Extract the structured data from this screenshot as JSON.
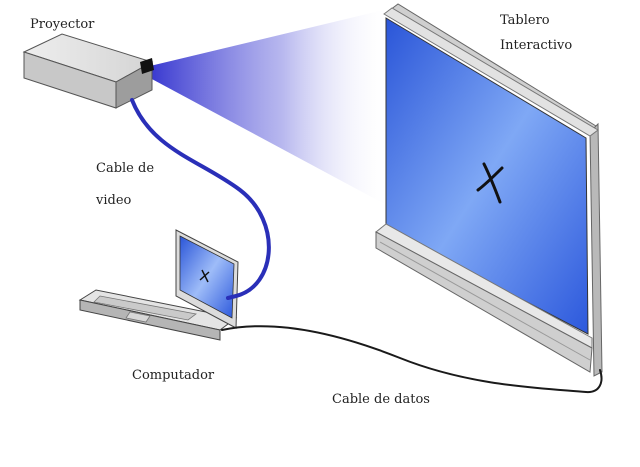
{
  "labels": {
    "projector": "Proyector",
    "board_line1": "Tablero",
    "board_line2": "Interactivo",
    "video_cable_line1": "Cable de",
    "video_cable_line2": "video",
    "computer": "Computador",
    "data_cable": "Cable de datos"
  },
  "colors": {
    "video_cable": "#2a2fb8",
    "data_cable": "#1a1a1a",
    "screen_blue": "#2f5fe0",
    "beam": "#3c3cd0",
    "device_gray": "#d9d9d9"
  },
  "icons": {
    "board_cursor": "x-cursor",
    "laptop_cursor": "x-cursor"
  }
}
